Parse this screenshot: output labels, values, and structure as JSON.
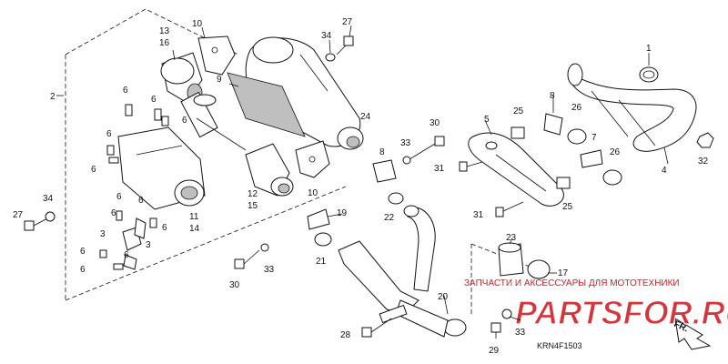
{
  "labels": {
    "p1": "1",
    "p2": "2",
    "p3a": "3",
    "p3b": "3",
    "p4": "4",
    "p5": "5",
    "p6a": "6",
    "p6b": "6",
    "p6c": "6",
    "p6d": "6",
    "p6e": "6",
    "p6f": "6",
    "p6g": "6",
    "p6h": "6",
    "p6i": "6",
    "p6j": "6",
    "p6k": "6",
    "p6l": "6",
    "p7": "7",
    "p8a": "8",
    "p8b": "8",
    "p9": "9",
    "p10a": "10",
    "p10b": "10",
    "p11": "11",
    "p12": "12",
    "p13": "13",
    "p14": "14",
    "p15": "15",
    "p16": "16",
    "p17": "17",
    "p19": "19",
    "p20": "20",
    "p21": "21",
    "p22": "22",
    "p23": "23",
    "p24": "24",
    "p25a": "25",
    "p25b": "25",
    "p26a": "26",
    "p26b": "26",
    "p27a": "27",
    "p27b": "27",
    "p28": "28",
    "p29": "29",
    "p30a": "30",
    "p30b": "30",
    "p31a": "31",
    "p31b": "31",
    "p32": "32",
    "p33a": "33",
    "p33b": "33",
    "p33c": "33",
    "p34a": "34",
    "p34b": "34"
  },
  "watermark": {
    "caption": "ЗАПЧАСТИ И АКСЕССУАРЫ ДЛЯ МОТОТЕХНИКИ",
    "site": "PARTSFOR.RU"
  },
  "direction_label": "FR.",
  "diagram_code": "KRN4F1503",
  "colors": {
    "ink": "#111111",
    "watermark_red": "#d21f26"
  }
}
